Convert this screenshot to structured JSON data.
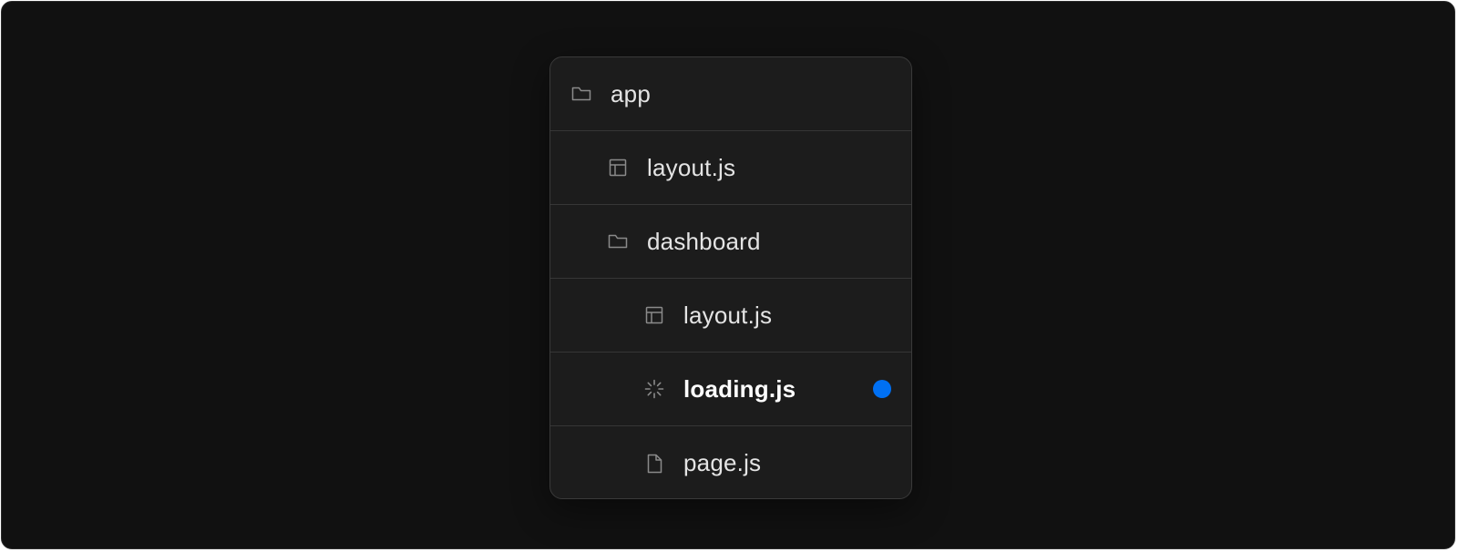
{
  "colors": {
    "background": "#111111",
    "panel": "#1c1c1c",
    "text": "#e4e4e4",
    "icon": "#8a8a8a",
    "highlight_dot": "#0070f3"
  },
  "tree": [
    {
      "label": "app",
      "icon": "folder-icon",
      "level": 0,
      "active": false
    },
    {
      "label": "layout.js",
      "icon": "layout-icon",
      "level": 1,
      "active": false
    },
    {
      "label": "dashboard",
      "icon": "folder-icon",
      "level": 1,
      "active": false
    },
    {
      "label": "layout.js",
      "icon": "layout-icon",
      "level": 2,
      "active": false
    },
    {
      "label": "loading.js",
      "icon": "loading-spinner-icon",
      "level": 2,
      "active": true
    },
    {
      "label": "page.js",
      "icon": "file-icon",
      "level": 2,
      "active": false
    }
  ]
}
